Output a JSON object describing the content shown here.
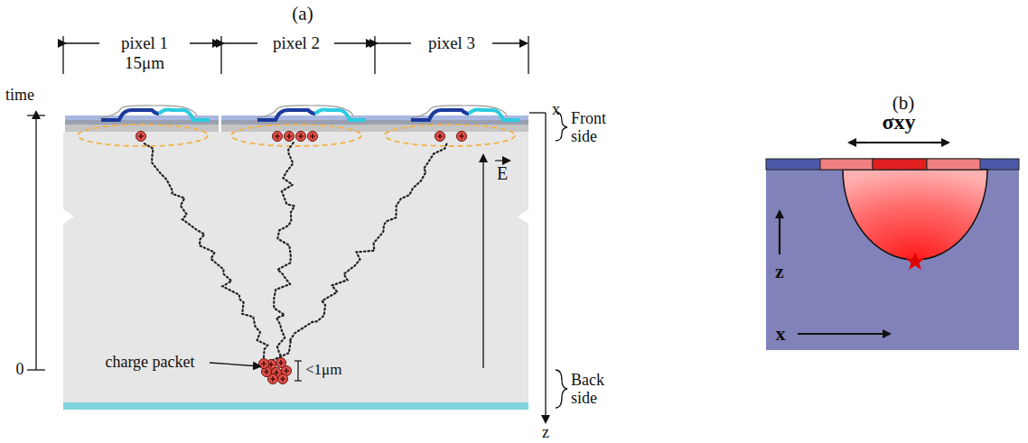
{
  "diagram": {
    "labels": [
      "(a)",
      "(b)",
      "pixel 1",
      "15μm",
      "pixel 2",
      "pixel 3",
      "time",
      "0",
      "x",
      "Front side",
      "Back side",
      "z",
      "E",
      "charge packet",
      "<1μm",
      "σxy",
      "z",
      "x"
    ]
  }
}
